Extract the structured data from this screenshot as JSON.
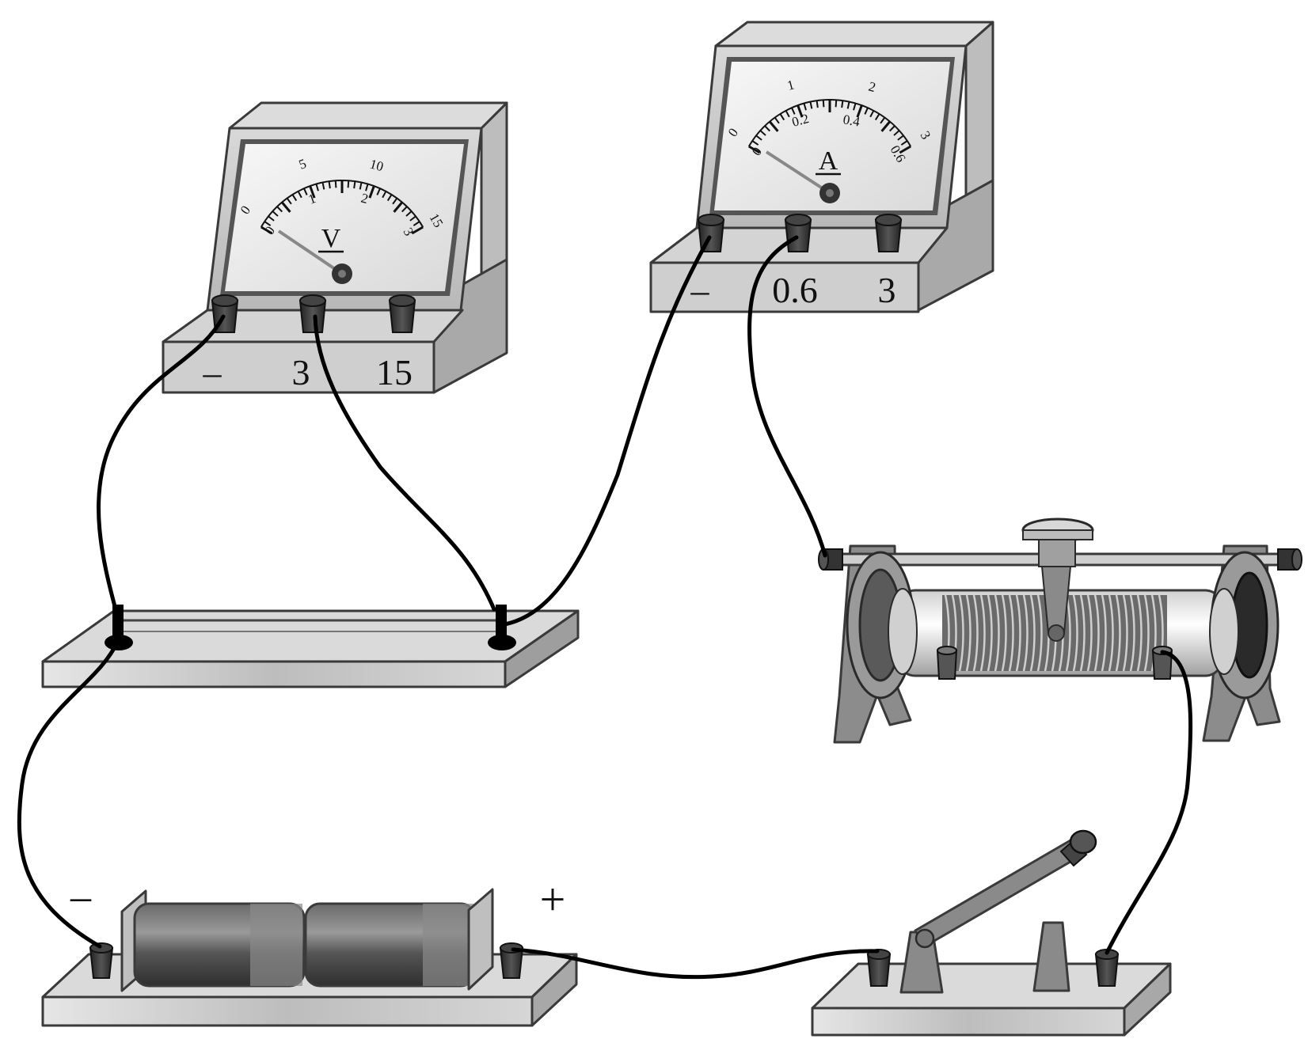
{
  "voltmeter": {
    "symbol": "V",
    "terminals": [
      "–",
      "3",
      "15"
    ],
    "outer_scale": [
      "0",
      "5",
      "10",
      "15"
    ],
    "inner_scale": [
      "0",
      "1",
      "2",
      "3"
    ]
  },
  "ammeter": {
    "symbol": "A",
    "terminals": [
      "–",
      "0.6",
      "3"
    ],
    "outer_scale": [
      "0",
      "1",
      "2",
      "3"
    ],
    "inner_scale": [
      "0",
      "0.2",
      "0.4",
      "0.6"
    ]
  },
  "battery": {
    "neg_label": "–",
    "pos_label": "+"
  },
  "colors": {
    "wire": "#000000",
    "metal": "#c8c8c8",
    "dark_metal": "#4a4a4a",
    "face": "#efefef"
  }
}
